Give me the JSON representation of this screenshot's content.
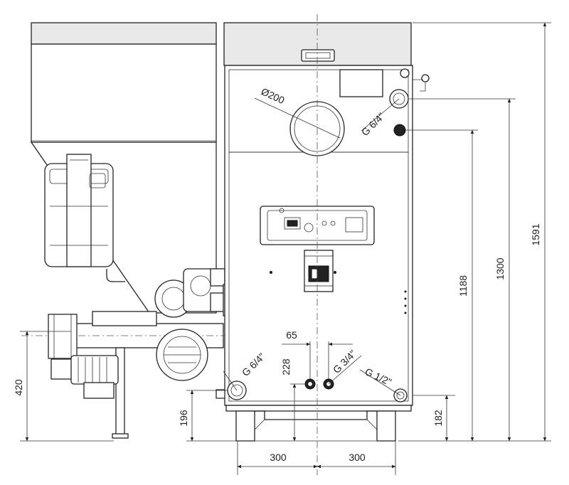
{
  "dimensions": {
    "height_total": "1591",
    "height_flue": "1300",
    "height_upper_conn": "1188",
    "height_auger": "420",
    "height_left_conn": "196",
    "height_center_conn": "228",
    "height_right_conn": "182",
    "spacing_center": "65",
    "width_left": "300",
    "width_right": "300",
    "flue_diameter": "Ø200"
  },
  "connections": {
    "upper_right": "G 6/4\"",
    "lower_left": "G 6/4\"",
    "lower_center": "G 3/4\"",
    "lower_right": "G 1/2\""
  }
}
